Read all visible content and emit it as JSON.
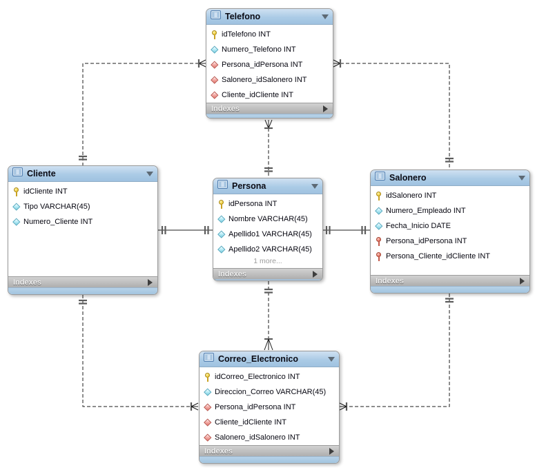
{
  "diagram": {
    "background_color": "#ffffff",
    "accent_colors": {
      "table_header_blue": "#aacbe6",
      "table_footer_gray": "#b9b9b9",
      "primary_key_yellow": "#f0d040",
      "attribute_cyan": "#7bcde0",
      "foreign_key_red": "#e3776f",
      "relationship_line": "#1b1b1b"
    },
    "tables": [
      {
        "name": "Telefono",
        "footer": "Indexes",
        "columns": [
          {
            "icon": "primary-key-icon",
            "text": "idTelefono INT"
          },
          {
            "icon": "attribute-icon",
            "text": "Numero_Telefono INT"
          },
          {
            "icon": "foreign-key-icon",
            "text": "Persona_idPersona INT"
          },
          {
            "icon": "foreign-key-icon",
            "text": "Salonero_idSalonero INT"
          },
          {
            "icon": "foreign-key-icon",
            "text": "Cliente_idCliente INT"
          }
        ]
      },
      {
        "name": "Cliente",
        "footer": "Indexes",
        "columns": [
          {
            "icon": "primary-key-icon",
            "text": "idCliente INT"
          },
          {
            "icon": "attribute-icon",
            "text": "Tipo VARCHAR(45)"
          },
          {
            "icon": "attribute-icon",
            "text": "Numero_Cliente INT"
          }
        ]
      },
      {
        "name": "Persona",
        "footer": "Indexes",
        "more_label": "1 more...",
        "columns": [
          {
            "icon": "primary-key-icon",
            "text": "idPersona INT"
          },
          {
            "icon": "attribute-icon",
            "text": "Nombre VARCHAR(45)"
          },
          {
            "icon": "attribute-icon",
            "text": "Apellido1 VARCHAR(45)"
          },
          {
            "icon": "attribute-icon",
            "text": "Apellido2 VARCHAR(45)"
          }
        ]
      },
      {
        "name": "Salonero",
        "footer": "Indexes",
        "columns": [
          {
            "icon": "primary-key-icon",
            "text": "idSalonero INT"
          },
          {
            "icon": "attribute-icon",
            "text": "Numero_Empleado INT"
          },
          {
            "icon": "attribute-icon",
            "text": "Fecha_Inicio DATE"
          },
          {
            "icon": "primary-foreign-key-icon",
            "text": "Persona_idPersona INT"
          },
          {
            "icon": "primary-foreign-key-icon",
            "text": "Persona_Cliente_idCliente INT"
          }
        ]
      },
      {
        "name": "Correo_Electronico",
        "footer": "Indexes",
        "columns": [
          {
            "icon": "primary-key-icon",
            "text": "idCorreo_Electronico INT"
          },
          {
            "icon": "attribute-icon",
            "text": "Direccion_Correo VARCHAR(45)"
          },
          {
            "icon": "foreign-key-icon",
            "text": "Persona_idPersona INT"
          },
          {
            "icon": "foreign-key-icon",
            "text": "Cliente_idCliente INT"
          },
          {
            "icon": "foreign-key-icon",
            "text": "Salonero_idSalonero INT"
          }
        ]
      }
    ],
    "relationships": [
      {
        "from": "Telefono",
        "to": "Cliente",
        "style": "dashed",
        "from_end": "many",
        "to_end": "one"
      },
      {
        "from": "Telefono",
        "to": "Salonero",
        "style": "dashed",
        "from_end": "many",
        "to_end": "one"
      },
      {
        "from": "Telefono",
        "to": "Persona",
        "style": "dashed",
        "from_end": "many",
        "to_end": "one"
      },
      {
        "from": "Cliente",
        "to": "Persona",
        "style": "solid",
        "from_end": "one",
        "to_end": "one"
      },
      {
        "from": "Persona",
        "to": "Salonero",
        "style": "solid",
        "from_end": "one",
        "to_end": "one"
      },
      {
        "from": "Persona",
        "to": "Correo_Electronico",
        "style": "dashed",
        "from_end": "one",
        "to_end": "many"
      },
      {
        "from": "Cliente",
        "to": "Correo_Electronico",
        "style": "dashed",
        "from_end": "one",
        "to_end": "many"
      },
      {
        "from": "Salonero",
        "to": "Correo_Electronico",
        "style": "dashed",
        "from_end": "one",
        "to_end": "many"
      }
    ]
  }
}
